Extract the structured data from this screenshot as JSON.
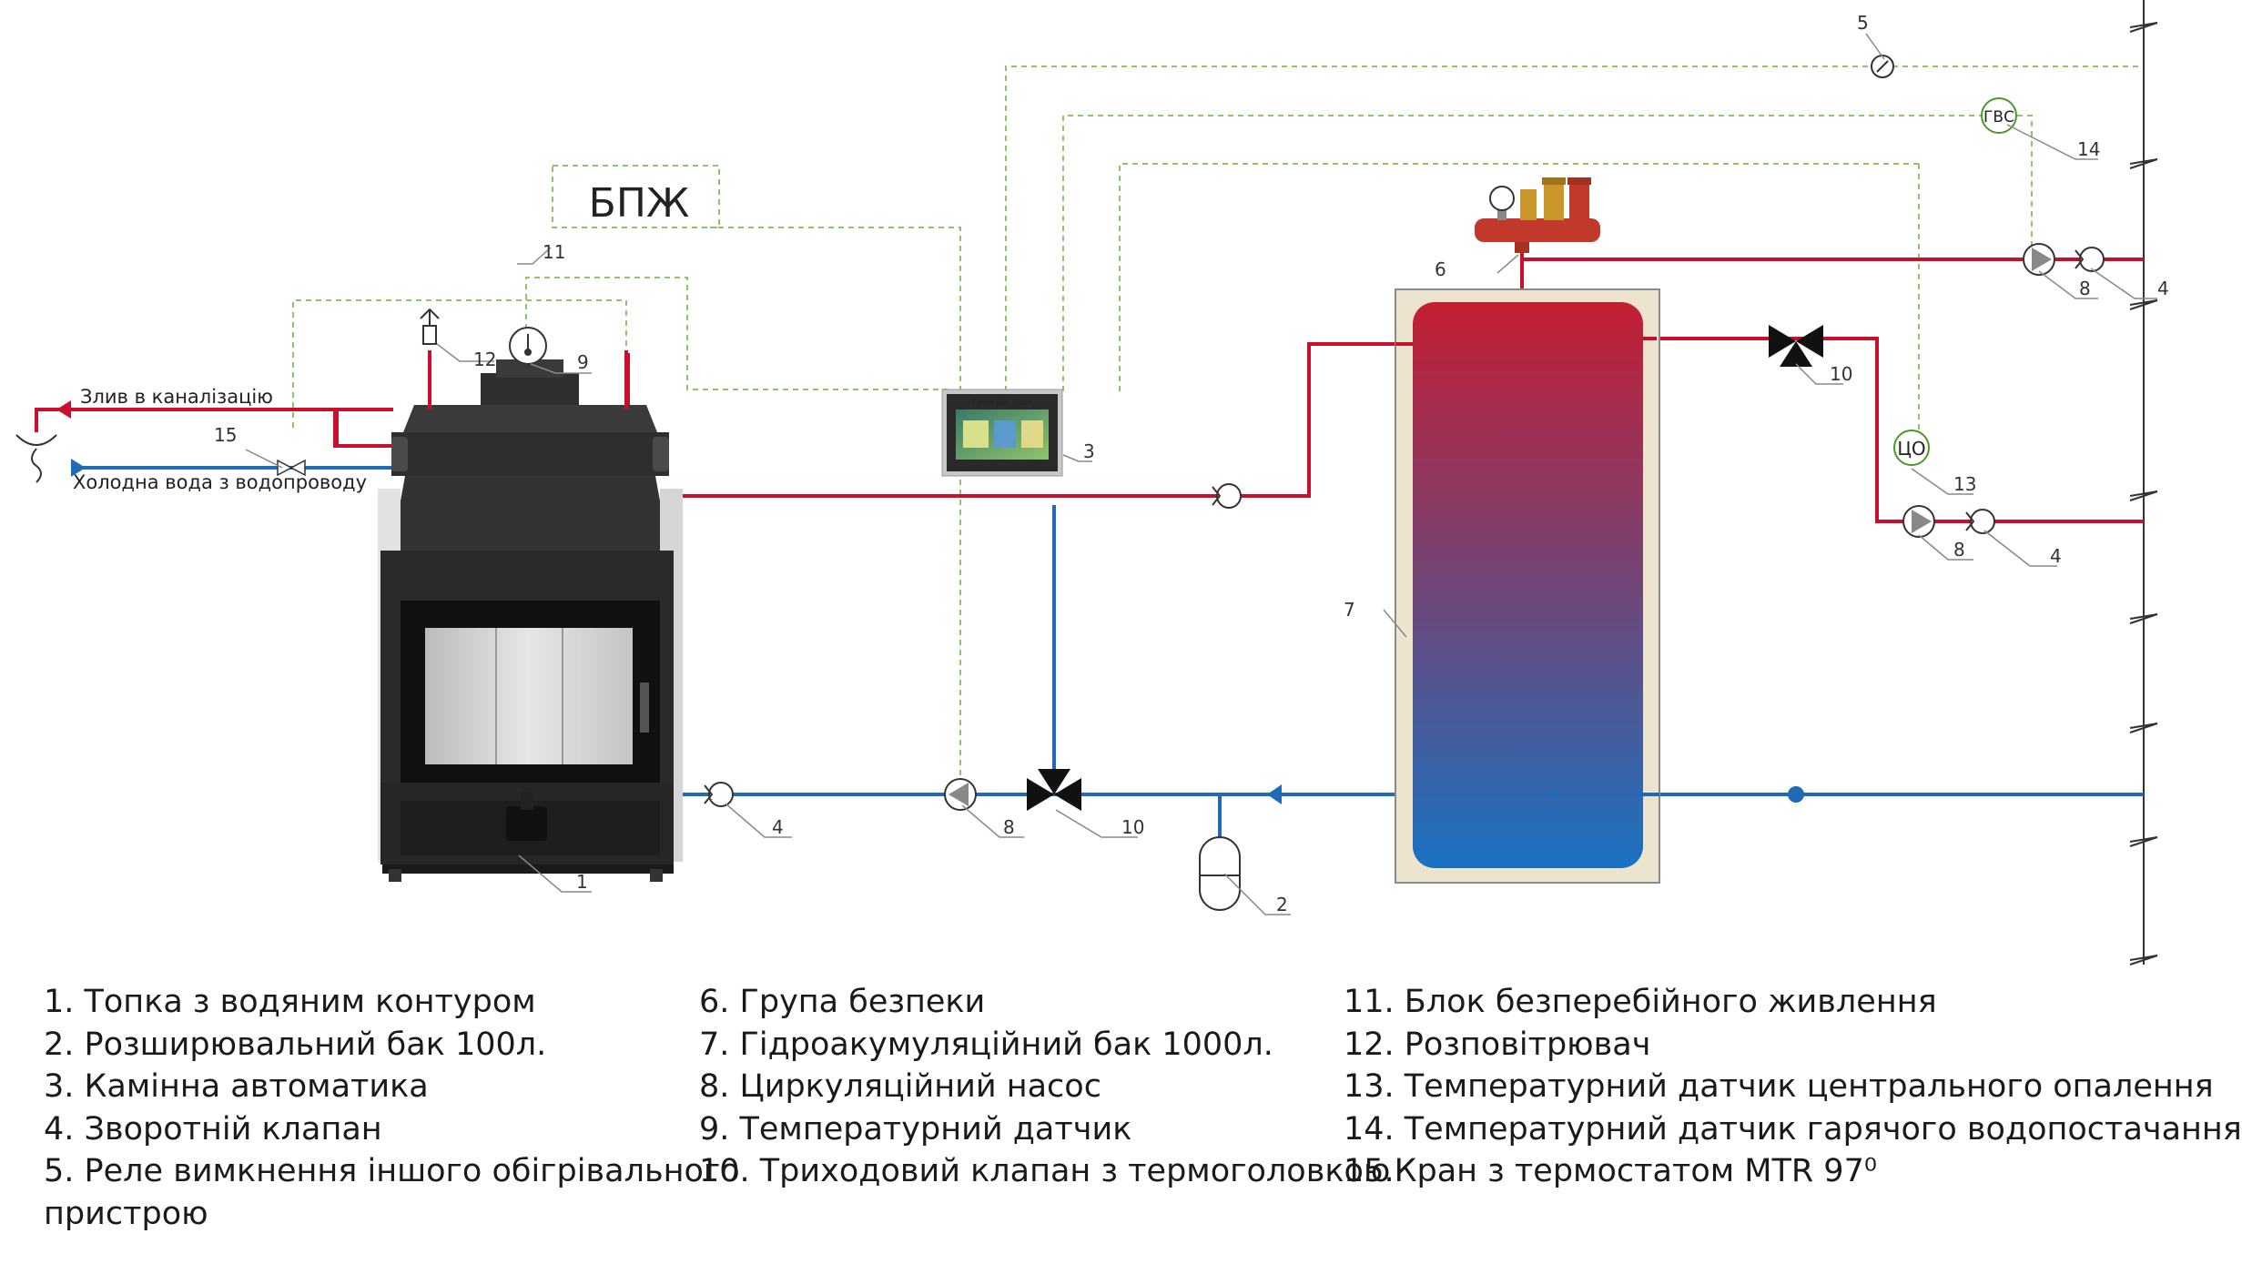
{
  "labels": {
    "drain": "Злив в каналізацію",
    "cold_water": "Холодна вода з водопроводу",
    "ups": "БПЖ",
    "dhw_sensor": "ГВС",
    "ch_sensor": "ЦО",
    "controller_brand": "Centrylio Sons"
  },
  "numbers": {
    "n1": "1",
    "n2": "2",
    "n3": "3",
    "n4a": "4",
    "n4b": "4",
    "n4c": "4",
    "n5": "5",
    "n6": "6",
    "n7": "7",
    "n8a": "8",
    "n8b": "8",
    "n8c": "8",
    "n9": "9",
    "n10a": "10",
    "n10b": "10",
    "n11": "11",
    "n12": "12",
    "n13": "13",
    "n14": "14",
    "n15": "15"
  },
  "legend": {
    "col1": [
      "1. Топка з водяним контуром",
      "2. Розширювальний бак 100л.",
      "3. Камінна автоматика",
      "4. Зворотній клапан",
      "5. Реле вимкнення іншого обігрівального",
      "пристрою"
    ],
    "col2": [
      "6. Група безпеки",
      "7. Гідроакумуляційний  бак 1000л.",
      "8. Циркуляційний насос",
      "9. Температурний датчик",
      "10. Триходовий клапан з термоголовкою"
    ],
    "col3": [
      "11. Блок безперебійного живлення",
      "12. Розповітрювач",
      "13. Температурний датчик центрального опалення",
      "14. Температурний датчик гарячого водопостачання",
      "15.Кран з термостатом MTR 97⁰"
    ]
  },
  "colors": {
    "hot_pipe": "#c8102e",
    "cold_pipe": "#1f6bb5",
    "signal_wire": "#8fc46a",
    "ups_text": "#4a9a2a"
  }
}
